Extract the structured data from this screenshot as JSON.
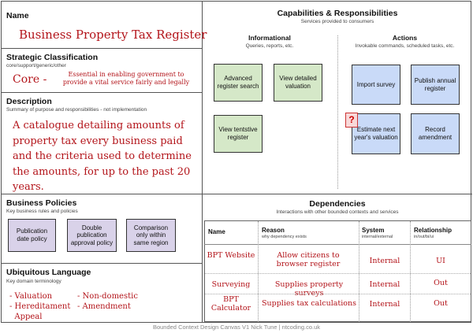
{
  "name": {
    "heading": "Name",
    "value": "Business Property Tax Register"
  },
  "strategic": {
    "heading": "Strategic Classification",
    "sub": "core/support/generic/other",
    "value": "Core -",
    "note": "Essential in enabling government to provide a vital service fairly and legally"
  },
  "description": {
    "heading": "Description",
    "sub": "Summary of purpose and responsibilities - not implementation",
    "value": "A catalogue detailing amounts of property tax every business paid and the criteria used to determine the amounts, for up to the past 20 years."
  },
  "policies": {
    "heading": "Business Policies",
    "sub": "Key business rules and policies",
    "items": [
      "Publication date policy",
      "Double publication approval policy",
      "Comparison only within same region"
    ]
  },
  "language": {
    "heading": "Ubiquitous Language",
    "sub": "Key domain terminology",
    "terms_left": [
      "- Valuation",
      "- Hereditament",
      "  Appeal"
    ],
    "terms_right": [
      "- Non-domestic",
      "- Amendment"
    ]
  },
  "capabilities": {
    "heading": "Capabilities & Responsibilities",
    "sub": "Services provided to consumers",
    "informational": {
      "heading": "Informational",
      "sub": "Queries, reports, etc.",
      "items": [
        "Advanced register search",
        "View detailed valuation",
        "View tentstive register"
      ]
    },
    "actions": {
      "heading": "Actions",
      "sub": "Invokable commands, scheduled tasks, etc.",
      "items": [
        "Import survey",
        "Publish annual register",
        "Estimate next year's valuation",
        "Record amendment"
      ],
      "question_mark": "?"
    }
  },
  "dependencies": {
    "heading": "Dependencies",
    "sub": "Interactions with other bounded contexts and services",
    "columns": [
      {
        "title": "Name",
        "sub": ""
      },
      {
        "title": "Reason",
        "sub": "why dependency exists"
      },
      {
        "title": "System",
        "sub": "internal/external"
      },
      {
        "title": "Relationship",
        "sub": "in/out/bi/ui"
      }
    ],
    "rows": [
      {
        "name": "BPT Website",
        "reason": "Allow citizens to browser register",
        "system": "Internal",
        "relationship": "UI"
      },
      {
        "name": "Surveying",
        "reason": "Supplies property surveys",
        "system": "Internal",
        "relationship": "Out"
      },
      {
        "name": "BPT Calculator",
        "reason": "Supplies tax calculations",
        "system": "Internal",
        "relationship": "Out"
      }
    ]
  },
  "footer": "Bounded Context Design Canvas V1 Nick Tune | ntcoding.co.uk",
  "colors": {
    "handwriting": "#b3141a",
    "informational_box": "#d5e8c8",
    "action_box": "#c9daf8",
    "policy_box": "#d9d2e9"
  }
}
